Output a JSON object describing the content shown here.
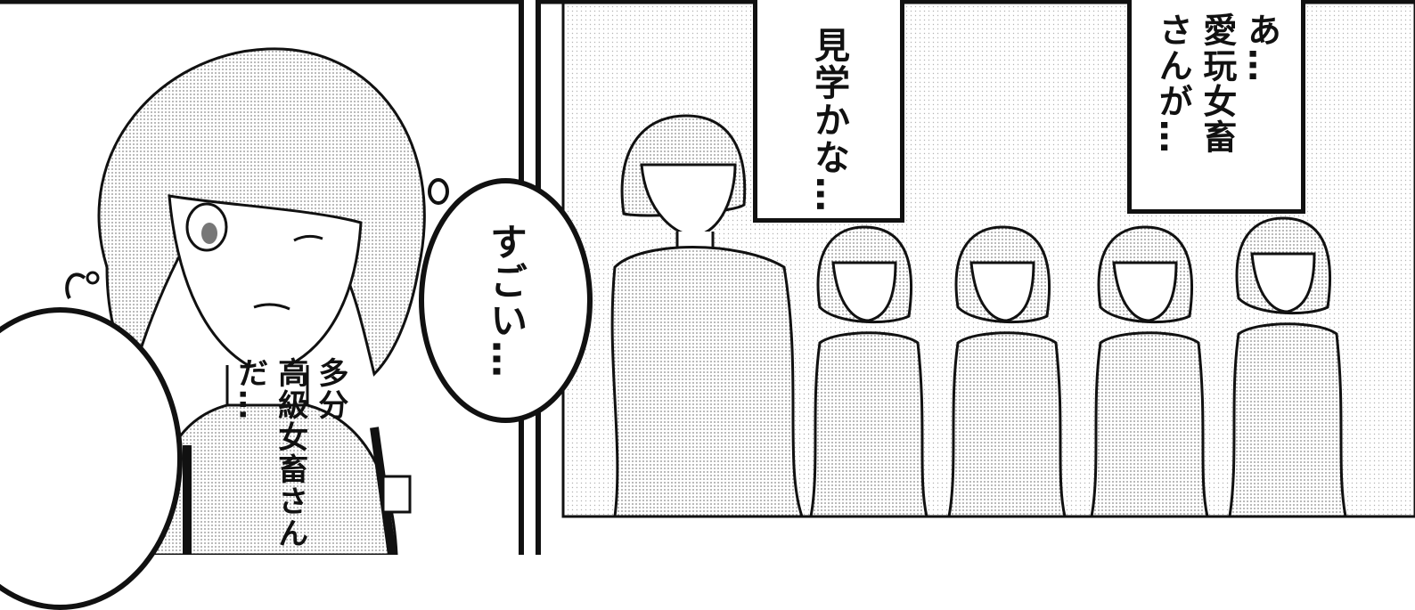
{
  "panels": {
    "left": {
      "bubble_small": {
        "line1": "すごい…"
      },
      "bubble_large": {
        "line1": "多分",
        "line2": "高級女畜さん",
        "line3": "だ…"
      }
    },
    "right": {
      "caption_left": {
        "line1": "見学かな…"
      },
      "caption_right": {
        "line1": "あ…",
        "line2": "愛玩女畜",
        "line3": "さんが…"
      }
    }
  },
  "colors": {
    "ink": "#111111",
    "paper": "#ffffff",
    "tone": "#d9d9d9"
  }
}
